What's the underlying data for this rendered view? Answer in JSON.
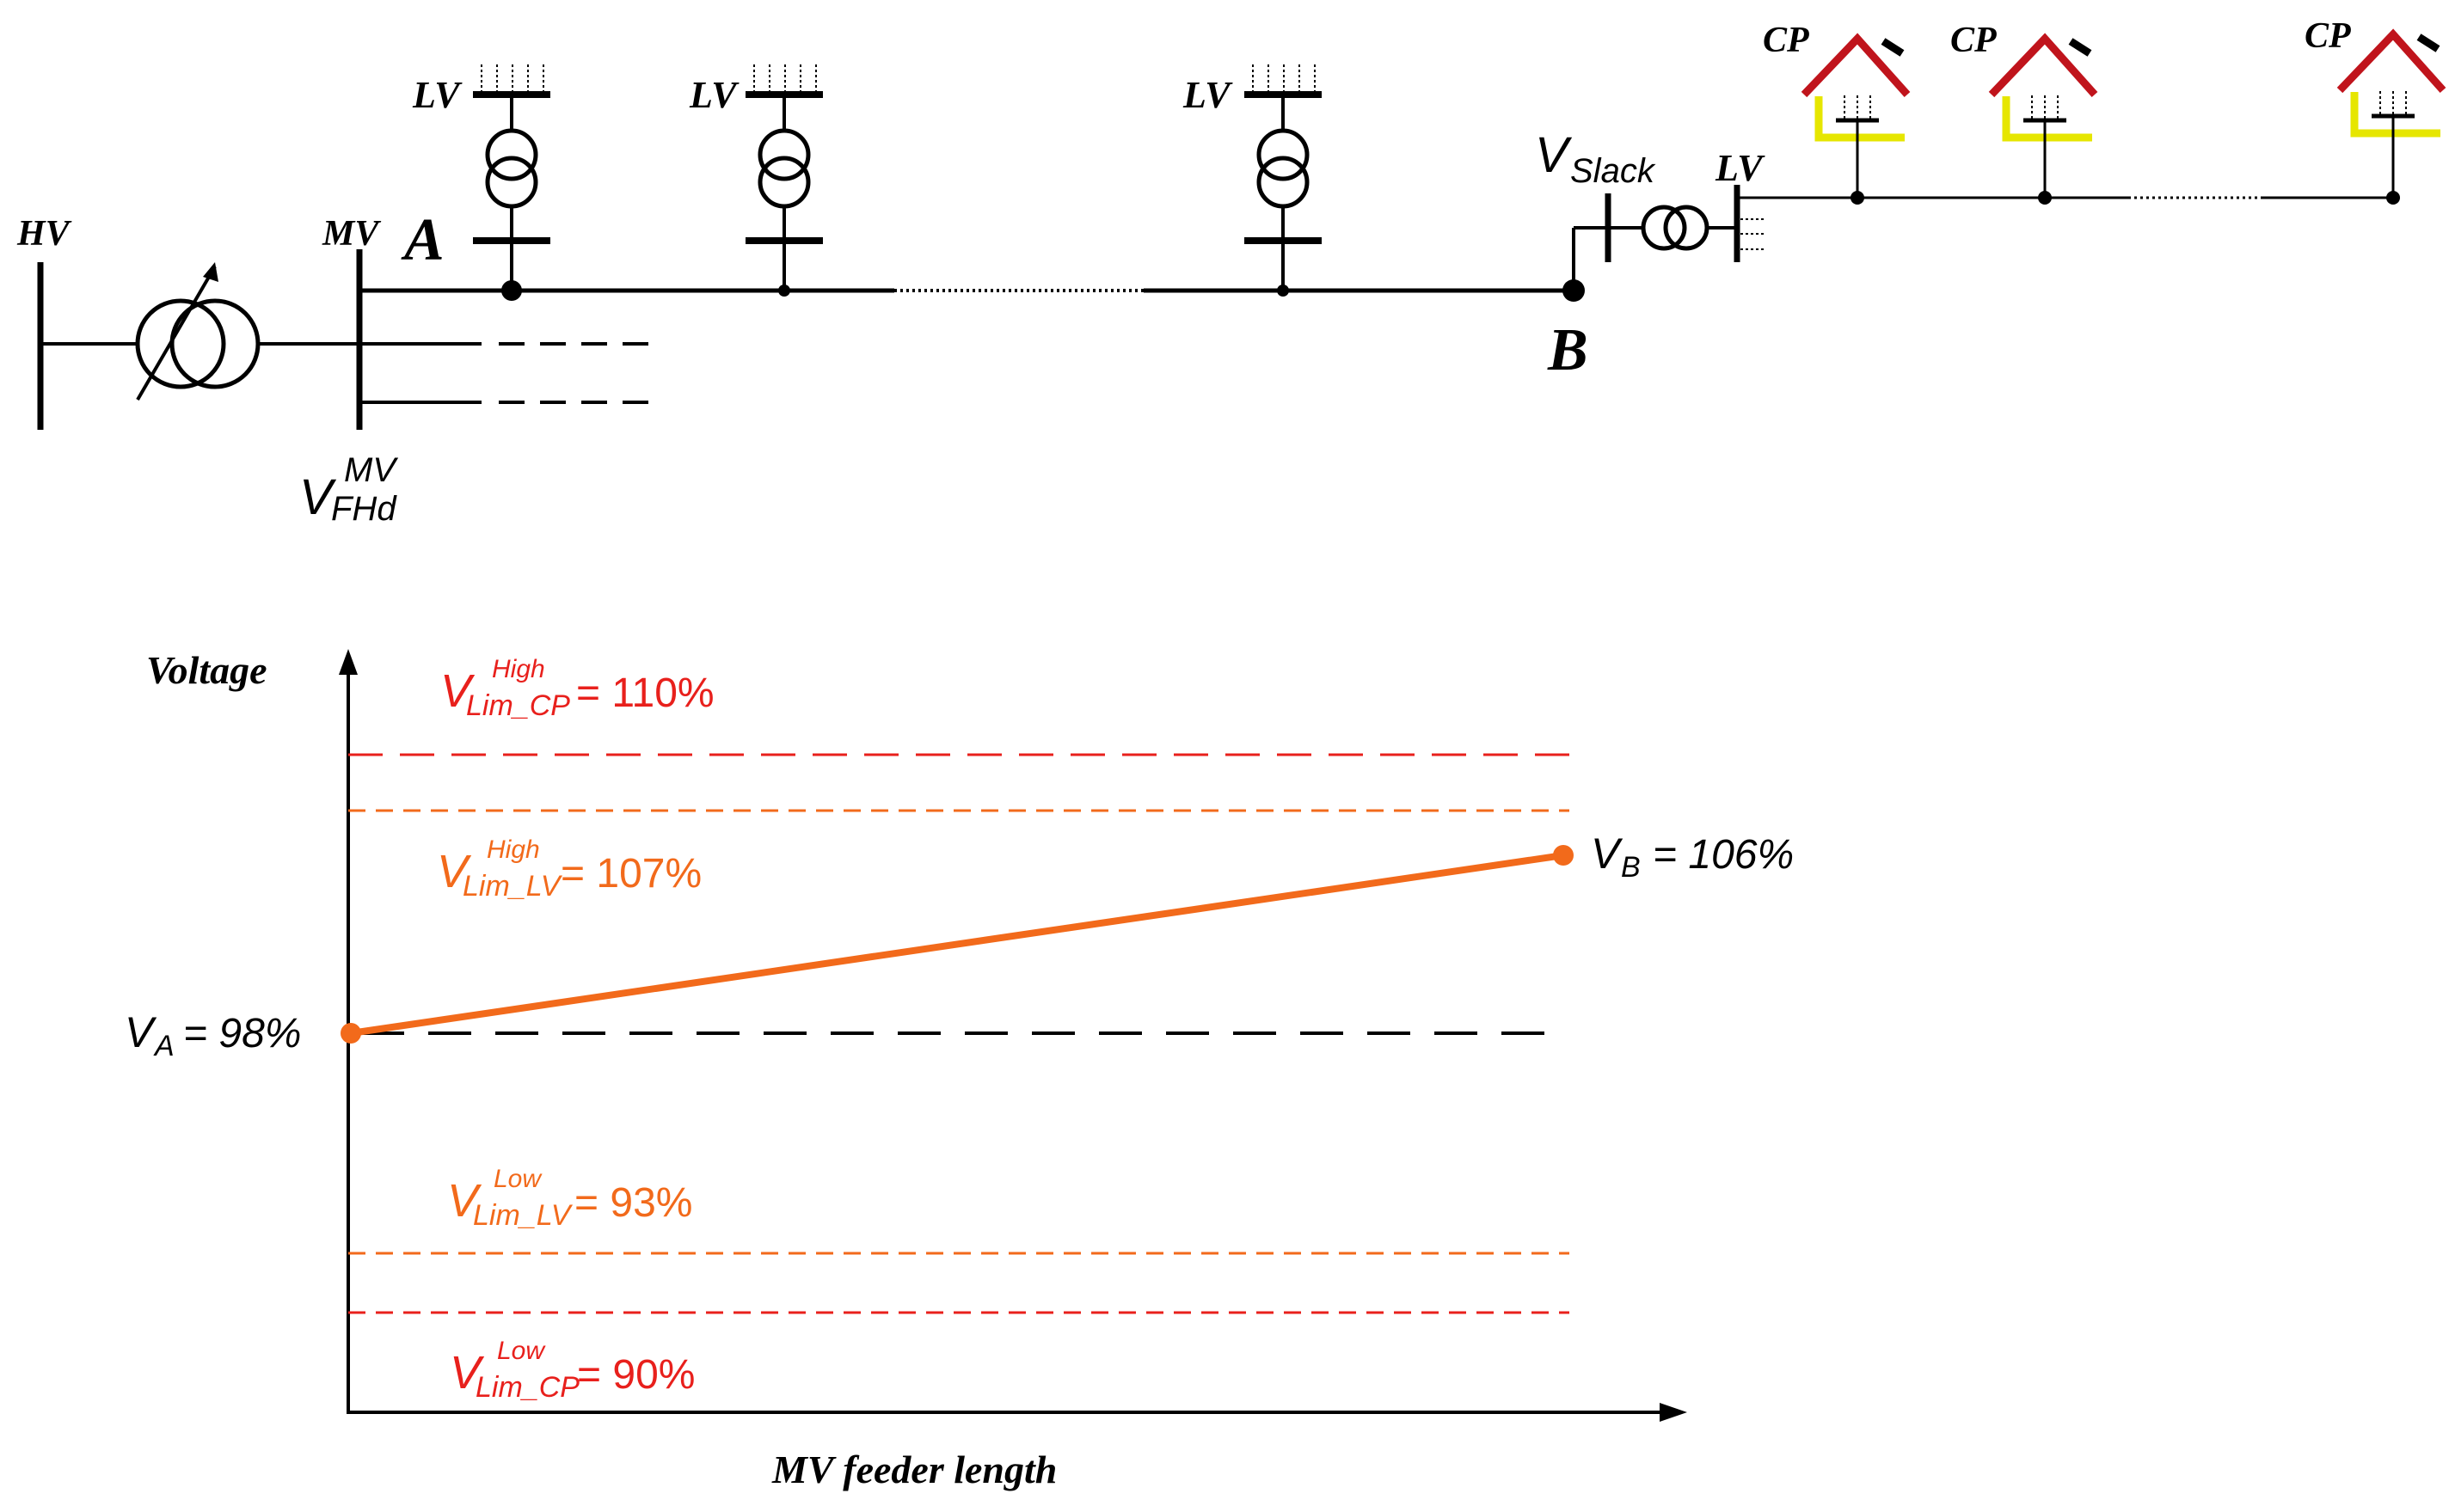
{
  "network": {
    "hv_label": "HV",
    "mv_label": "MV",
    "node_a": "A",
    "node_b": "B",
    "lv_labels": [
      "LV",
      "LV",
      "LV",
      "LV"
    ],
    "cp_labels": [
      "CP",
      "CP",
      "CP"
    ],
    "v_fhd": {
      "base": "V",
      "sup": "MV",
      "sub": "FHd"
    },
    "v_slack": {
      "base": "V",
      "sub": "Slack"
    }
  },
  "graph": {
    "y_axis_label": "Voltage",
    "x_axis_label": "MV feeder length",
    "limits": {
      "high_cp": {
        "base": "V",
        "sup": "High",
        "sub": "Lim_CP",
        "value": "= 110%",
        "color": "#e8201c"
      },
      "high_lv": {
        "base": "V",
        "sup": "High",
        "sub": "Lim_LV",
        "value": "= 107%",
        "color": "#f26a1b"
      },
      "low_lv": {
        "base": "V",
        "sup": "Low",
        "sub": "Lim_LV",
        "value": "= 93%",
        "color": "#f26a1b"
      },
      "low_cp": {
        "base": "V",
        "sup": "Low",
        "sub": "Lim_CP",
        "value": "= 90%",
        "color": "#e8201c"
      }
    },
    "point_a": {
      "base": "V",
      "sub": "A",
      "value": "= 98%"
    },
    "point_b": {
      "base": "V",
      "sub": "B",
      "value": "= 106%"
    },
    "profile_color": "#f26a1b"
  }
}
